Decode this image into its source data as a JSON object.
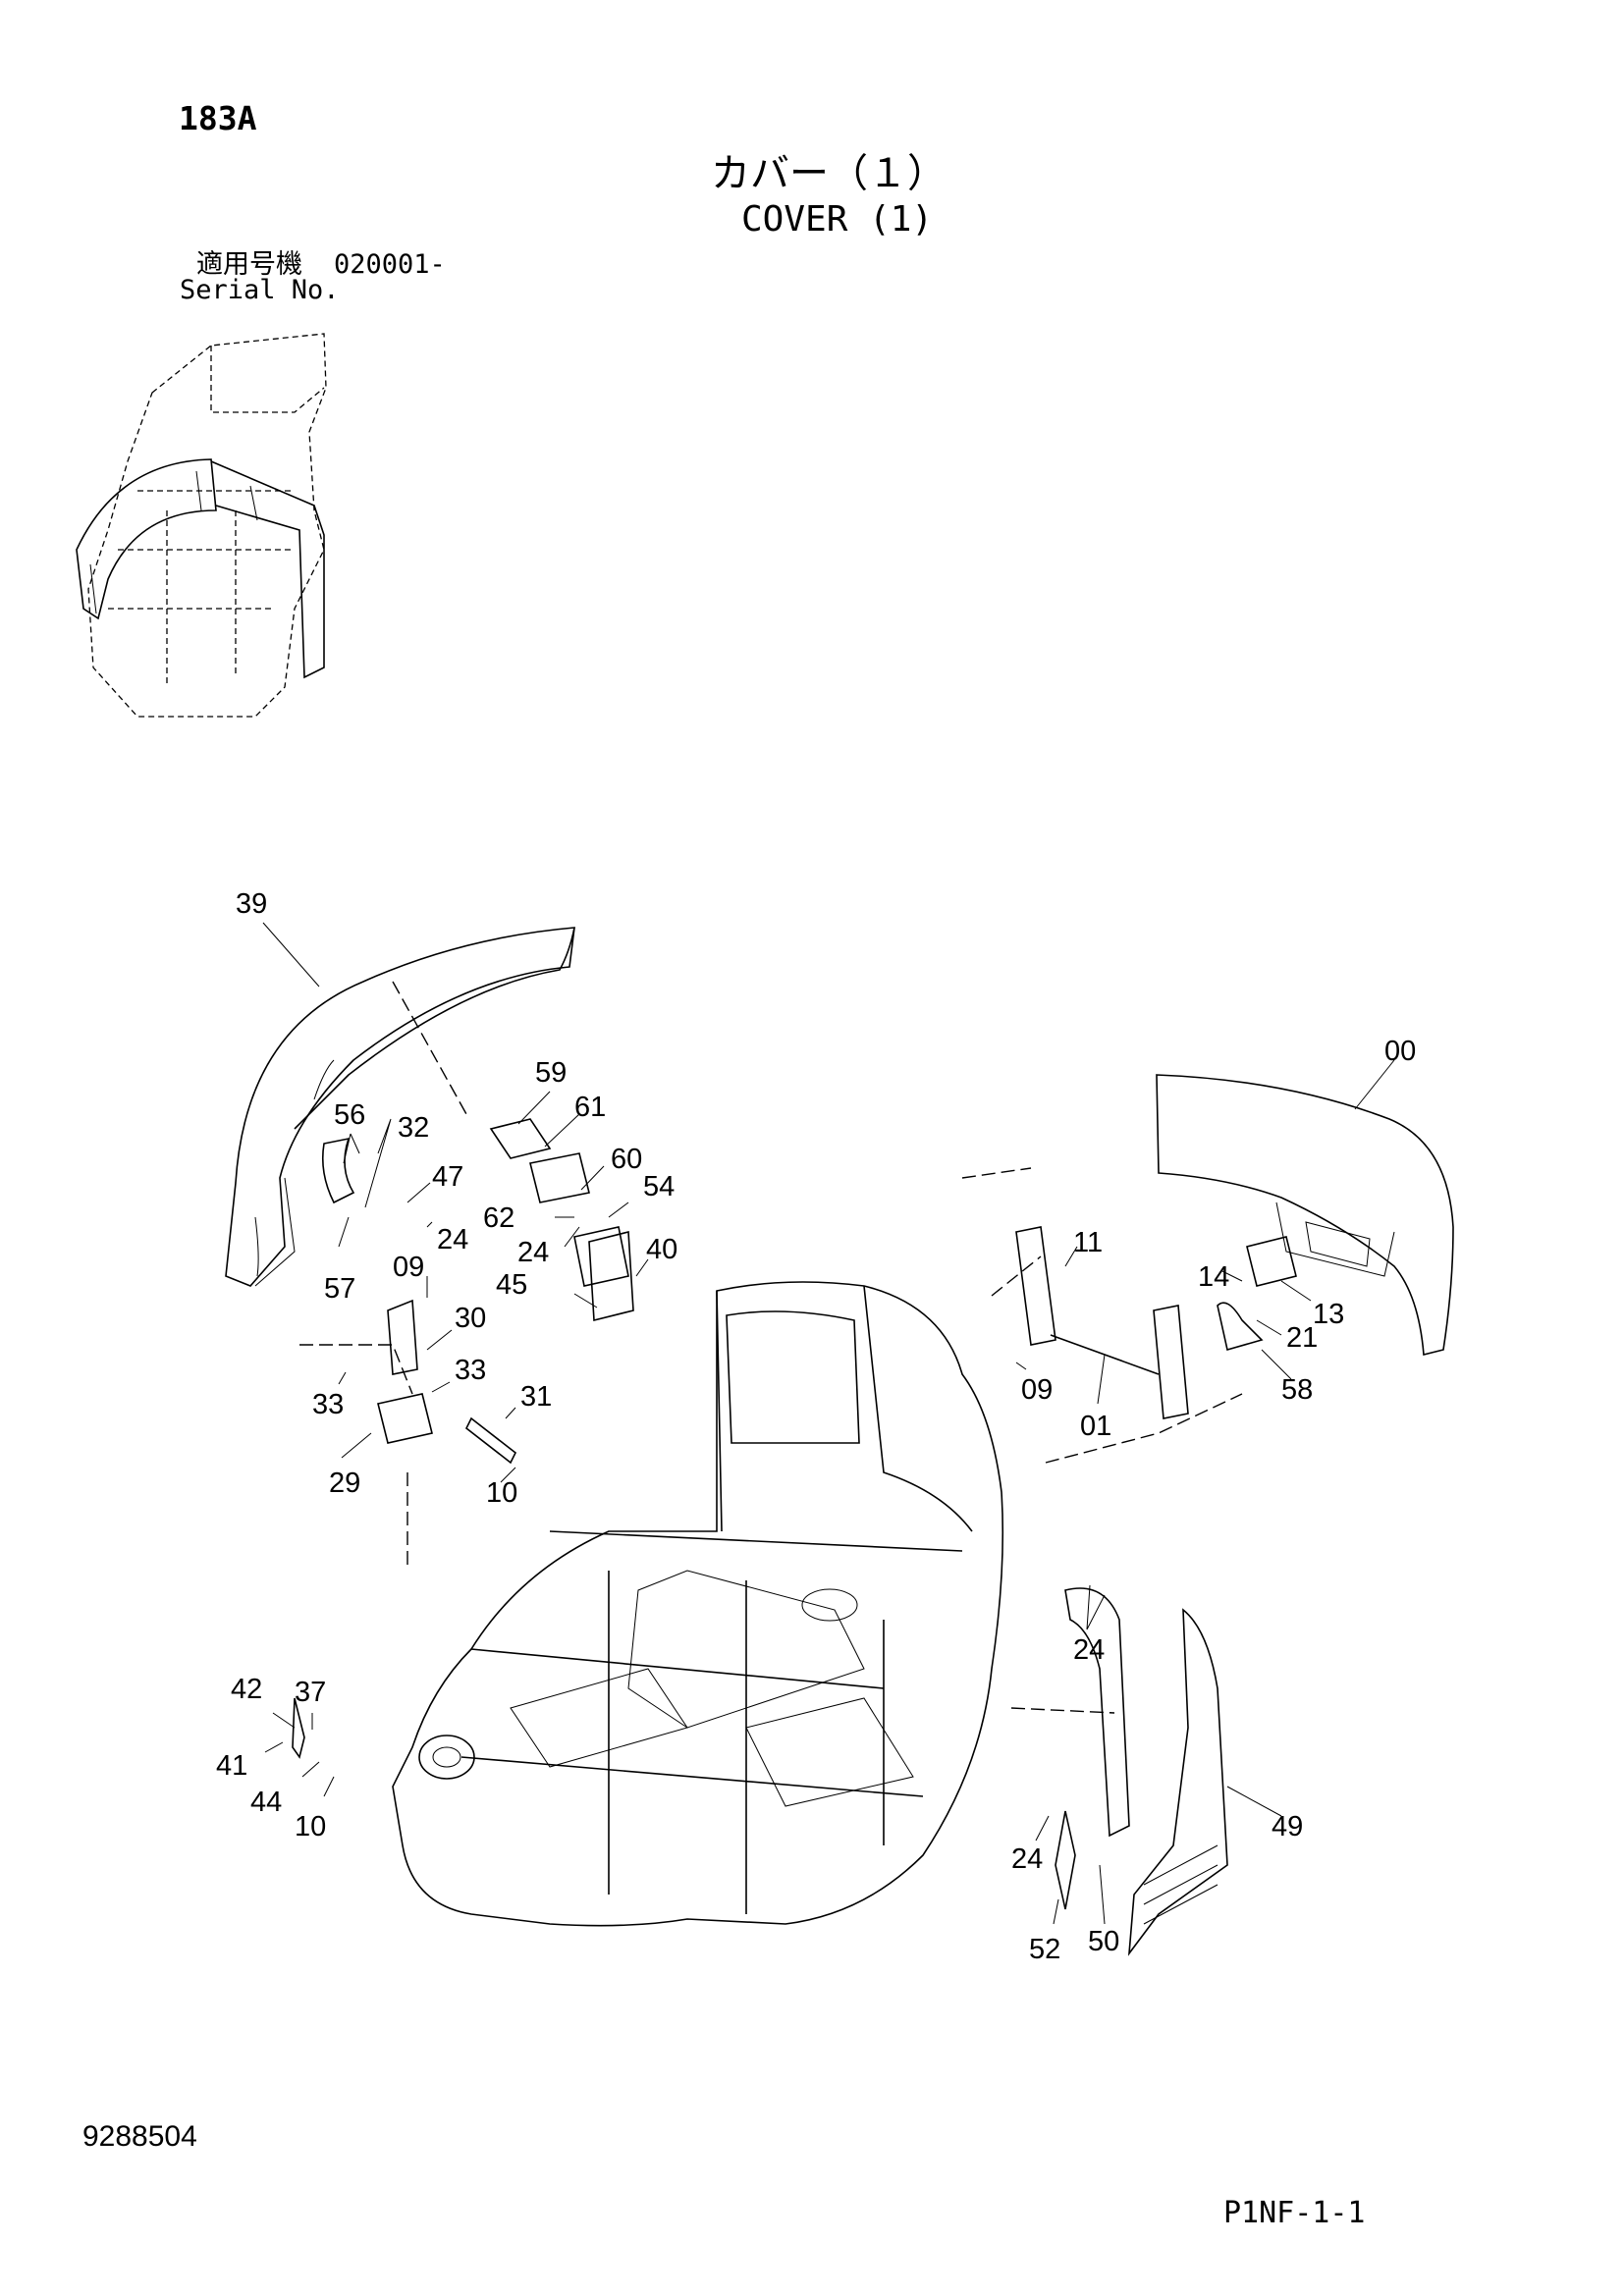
{
  "header": {
    "page_code": "183A",
    "title_jp": "カバー（１）",
    "title_en": "COVER (1)",
    "serial_label_jp": "適用号機",
    "serial_value": "020001-",
    "serial_label_en": "Serial No."
  },
  "parts": [
    {
      "id": "p39",
      "label": "39"
    },
    {
      "id": "p59",
      "label": "59"
    },
    {
      "id": "p61",
      "label": "61"
    },
    {
      "id": "p60",
      "label": "60"
    },
    {
      "id": "p54",
      "label": "54"
    },
    {
      "id": "p62",
      "label": "62"
    },
    {
      "id": "p24a",
      "label": "24"
    },
    {
      "id": "p40",
      "label": "40"
    },
    {
      "id": "p45",
      "label": "45"
    },
    {
      "id": "p56",
      "label": "56"
    },
    {
      "id": "p32",
      "label": "32"
    },
    {
      "id": "p47",
      "label": "47"
    },
    {
      "id": "p24b",
      "label": "24"
    },
    {
      "id": "p57",
      "label": "57"
    },
    {
      "id": "p09a",
      "label": "09"
    },
    {
      "id": "p30",
      "label": "30"
    },
    {
      "id": "p33a",
      "label": "33"
    },
    {
      "id": "p33b",
      "label": "33"
    },
    {
      "id": "p31",
      "label": "31"
    },
    {
      "id": "p29",
      "label": "29"
    },
    {
      "id": "p10a",
      "label": "10"
    },
    {
      "id": "p00",
      "label": "00"
    },
    {
      "id": "p11",
      "label": "11"
    },
    {
      "id": "p14",
      "label": "14"
    },
    {
      "id": "p13",
      "label": "13"
    },
    {
      "id": "p21",
      "label": "21"
    },
    {
      "id": "p09b",
      "label": "09"
    },
    {
      "id": "p01",
      "label": "01"
    },
    {
      "id": "p58",
      "label": "58"
    },
    {
      "id": "p24c",
      "label": "24"
    },
    {
      "id": "p42",
      "label": "42"
    },
    {
      "id": "p37",
      "label": "37"
    },
    {
      "id": "p41",
      "label": "41"
    },
    {
      "id": "p44",
      "label": "44"
    },
    {
      "id": "p10b",
      "label": "10"
    },
    {
      "id": "p49",
      "label": "49"
    },
    {
      "id": "p24d",
      "label": "24"
    },
    {
      "id": "p52",
      "label": "52"
    },
    {
      "id": "p50",
      "label": "50"
    }
  ],
  "footer": {
    "doc_number": "9288504",
    "page_ref": "P1NF-1-1"
  }
}
